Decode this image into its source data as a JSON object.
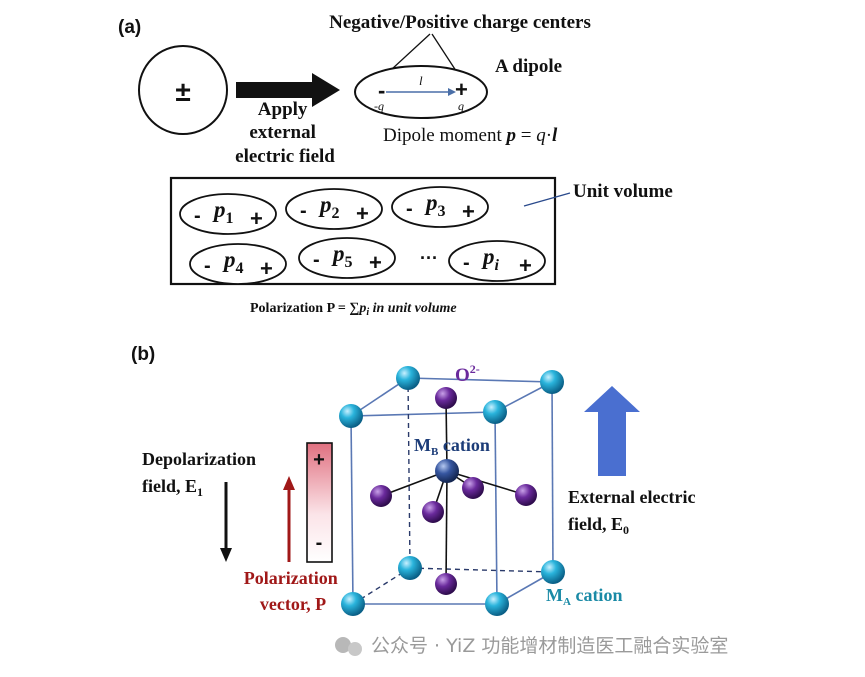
{
  "panel_a": {
    "label": "(a)",
    "charge_symbol": "±",
    "apply_text": [
      "Apply",
      "external",
      "electric field"
    ],
    "charge_centers_label": "Negative/Positive charge centers",
    "dipole_label": "A dipole",
    "dipole": {
      "minus": "-",
      "plus": "+",
      "q_left": "-q",
      "q_right": "q",
      "l": "l"
    },
    "dipole_moment": {
      "prefix": "Dipole moment ",
      "p": "p",
      "eq": " = ",
      "q": "q",
      "dot": "·",
      "l": "l"
    },
    "unit_volume_label": "Unit volume",
    "dipoles": [
      {
        "minus": "-",
        "p": "p",
        "sub": "1",
        "plus": "+"
      },
      {
        "minus": "-",
        "p": "p",
        "sub": "2",
        "plus": "+"
      },
      {
        "minus": "-",
        "p": "p",
        "sub": "3",
        "plus": "+"
      },
      {
        "minus": "-",
        "p": "p",
        "sub": "4",
        "plus": "+"
      },
      {
        "minus": "-",
        "p": "p",
        "sub": "5",
        "plus": "+"
      },
      {
        "minus": "-",
        "p": "p",
        "sub": "i",
        "plus": "+"
      }
    ],
    "ellipsis": "···",
    "polarization_text": {
      "prefix": "Polarization P = ∑",
      "p": "p",
      "sub": "i",
      "suffix": " in unit volume"
    }
  },
  "panel_b": {
    "label": "(b)",
    "oxygen_label": {
      "main": "O",
      "sup": "2-"
    },
    "mb_label": {
      "main": "M",
      "sub": "B",
      "suffix": " cation"
    },
    "ma_label": {
      "main": "M",
      "sub": "A",
      "suffix": " cation"
    },
    "depolarization": {
      "line1": "Depolarization",
      "line2_prefix": "field, E",
      "line2_sub": "1"
    },
    "polarization_vector": {
      "line1": "Polarization",
      "line2": "vector, P"
    },
    "bar_plus": "+",
    "bar_minus": "-",
    "external_field": {
      "line1": "External electric",
      "line2_prefix": "field, E",
      "line2_sub": "0"
    },
    "colors": {
      "cation": "#1ea0c8",
      "oxygen": "#6a2a9c",
      "mb": "#2a4a8c",
      "arrow_blue": "#4a6fd0",
      "red": "#a01818",
      "teal_text": "#1a8aa6",
      "purple_text": "#6a2a9c",
      "navy_text": "#1c3c78"
    }
  },
  "watermark": "公众号 · YiZ 功能增材制造医工融合实验室"
}
